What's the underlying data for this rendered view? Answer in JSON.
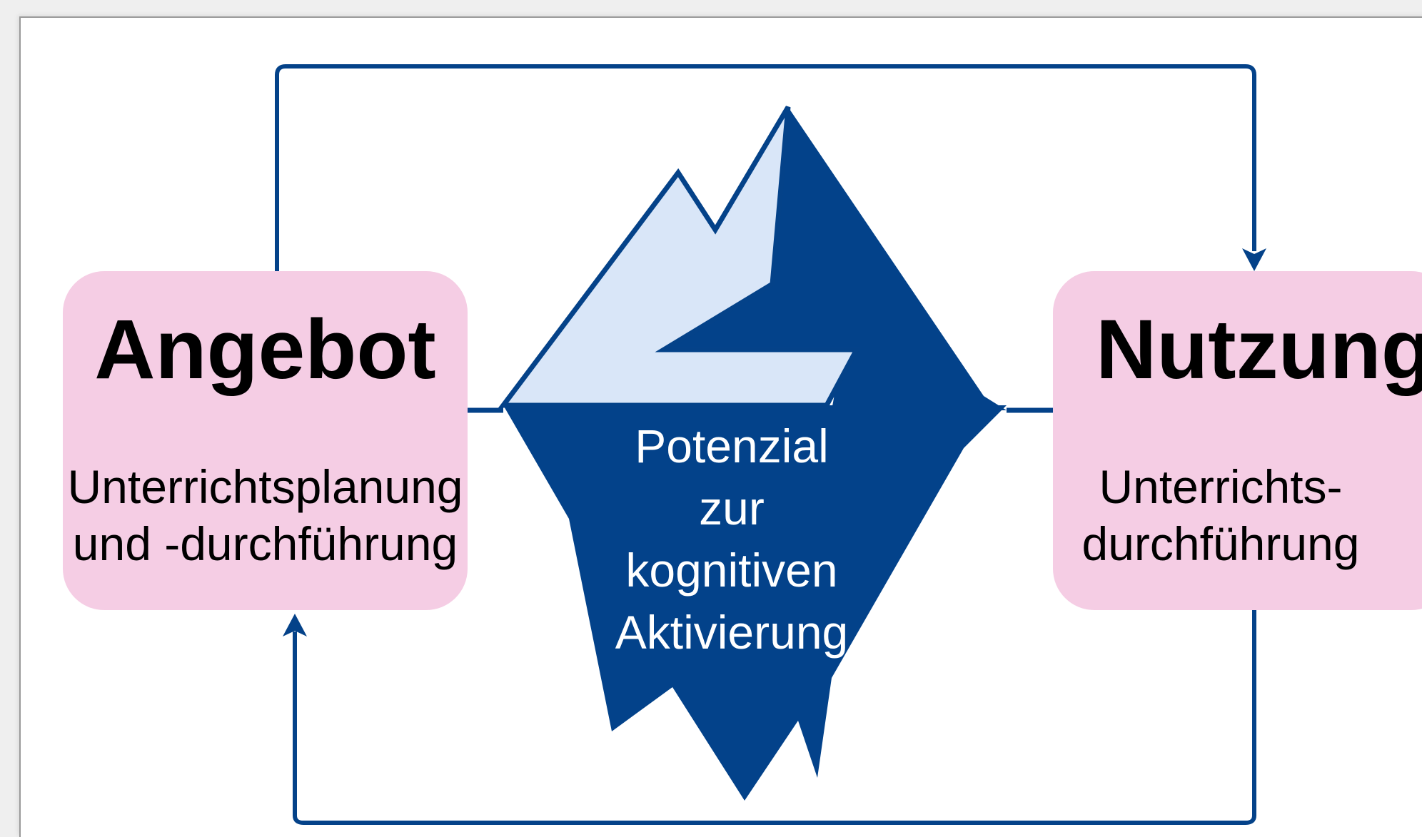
{
  "diagram": {
    "left_box": {
      "title": "Angebot",
      "subtitle": "Unterrichtsplanung\nund -durchführung"
    },
    "right_box": {
      "title": "Nutzung",
      "subtitle": "Unterrichts-\ndurchführung"
    },
    "center_label": "Potenzial\nzur\nkognitiven\nAktivierung"
  },
  "colors": {
    "box_fill": "#f5cde4",
    "line": "#044289",
    "iceberg_dark": "#03428a",
    "iceberg_light": "#d9e6f8"
  }
}
